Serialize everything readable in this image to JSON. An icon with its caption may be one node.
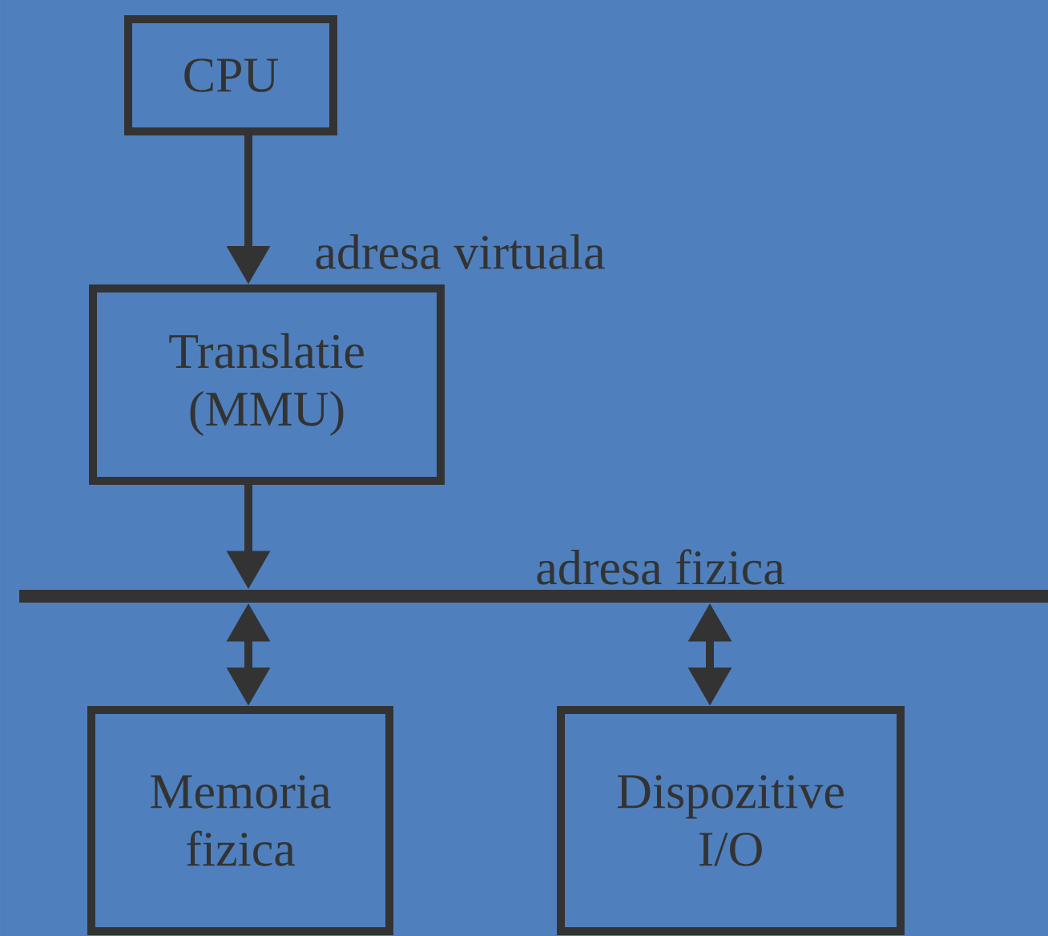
{
  "diagram": {
    "nodes": [
      {
        "text": [
          "CPU"
        ]
      },
      {
        "text": [
          "Translatie (MMU)"
        ]
      },
      {
        "text": [],
        "shape": "bar",
        "beside": [
          "adresa fizica"
        ]
      },
      {
        "text": [
          "Memoria fizica"
        ]
      },
      {
        "text": [
          "Dispozitive I/O"
        ]
      }
    ],
    "edges": [
      {
        "from": 0,
        "to": 1,
        "arrow": "to",
        "label": "adresa virtuala"
      },
      {
        "from": 1,
        "to": 2,
        "arrow": "to"
      },
      {
        "from": 2,
        "to": 3,
        "arrow": "both"
      },
      {
        "from": 2,
        "to": 4,
        "arrow": "both"
      }
    ]
  }
}
